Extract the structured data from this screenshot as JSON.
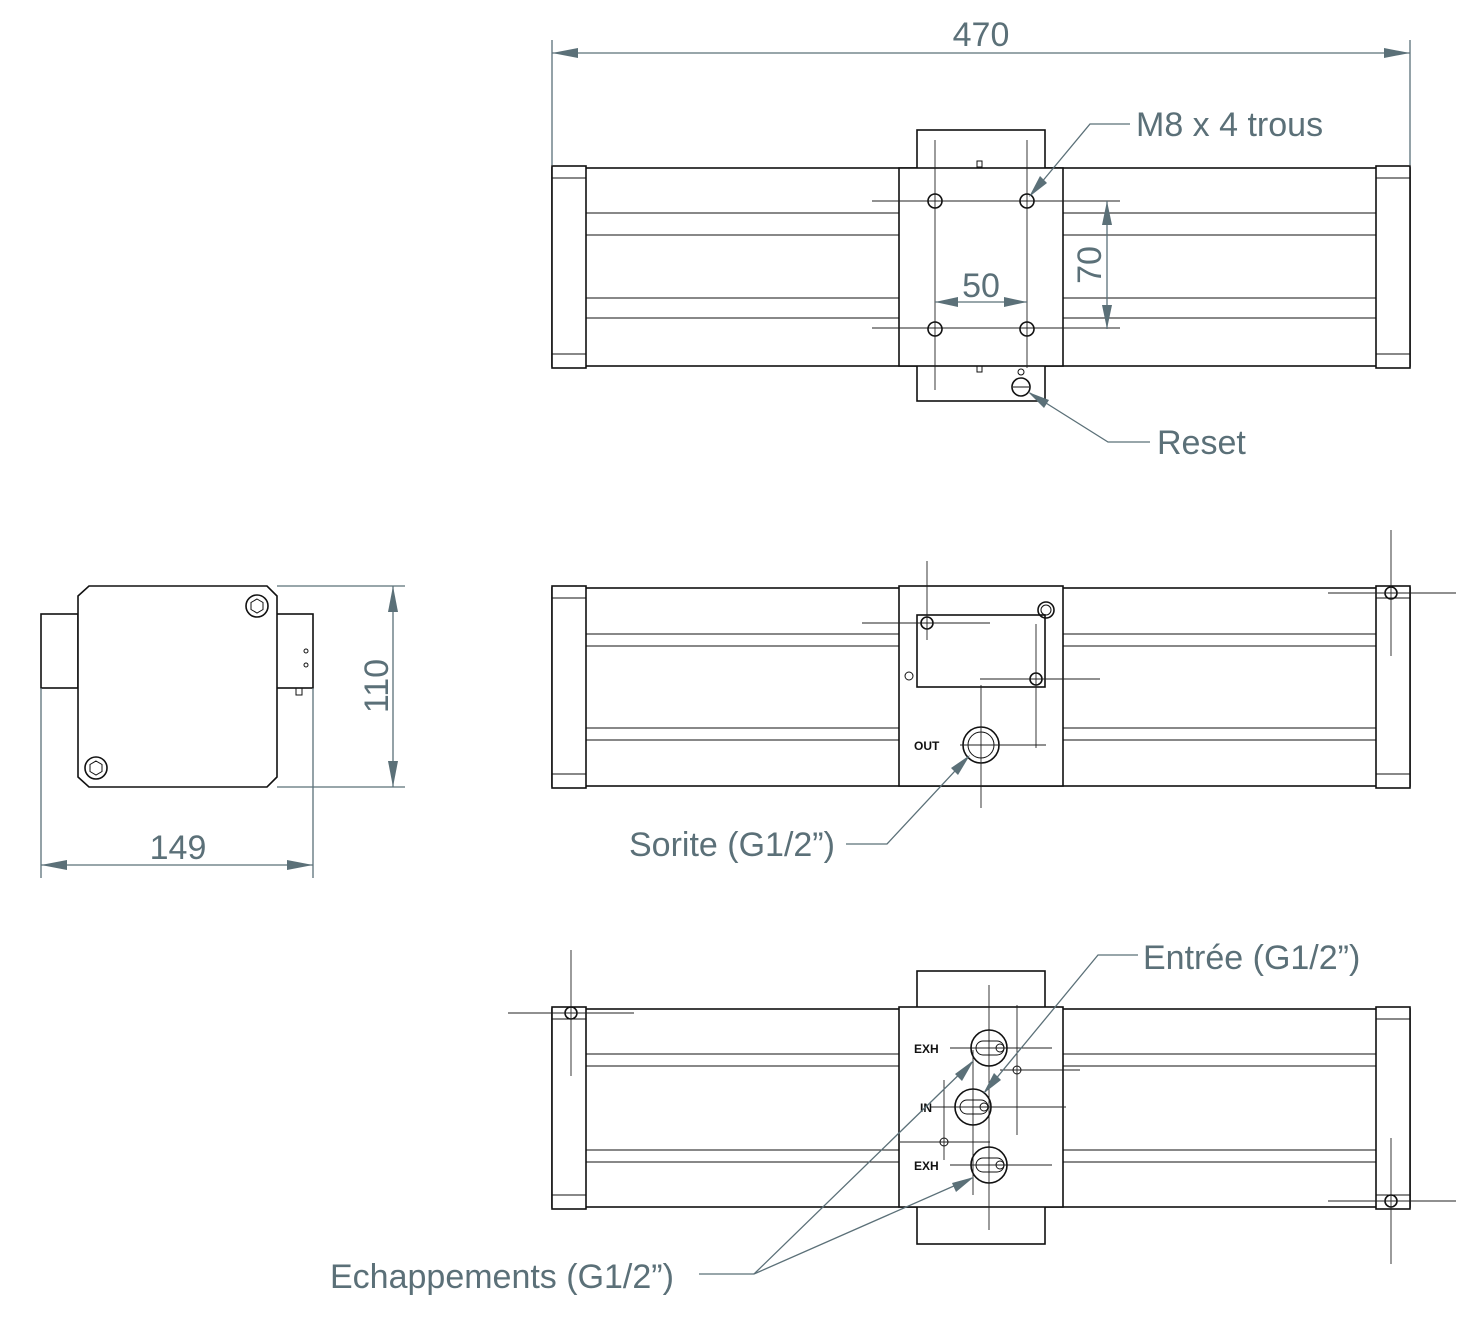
{
  "dimensions": {
    "overall_length": "470",
    "hole_spacing_horizontal": "50",
    "hole_spacing_vertical": "70",
    "height": "110",
    "width": "149"
  },
  "annotations": {
    "mounting_holes": "M8 x 4 trous",
    "reset": "Reset",
    "outlet": "Sorite (G1/2”)",
    "inlet": "Entrée (G1/2”)",
    "exhausts": "Echappements (G1/2”)"
  },
  "port_labels": {
    "out": "OUT",
    "exh_top": "EXH",
    "in": "IN",
    "exh_bottom": "EXH"
  },
  "colors": {
    "dimension": "#5b7078",
    "outline": "#111111"
  }
}
